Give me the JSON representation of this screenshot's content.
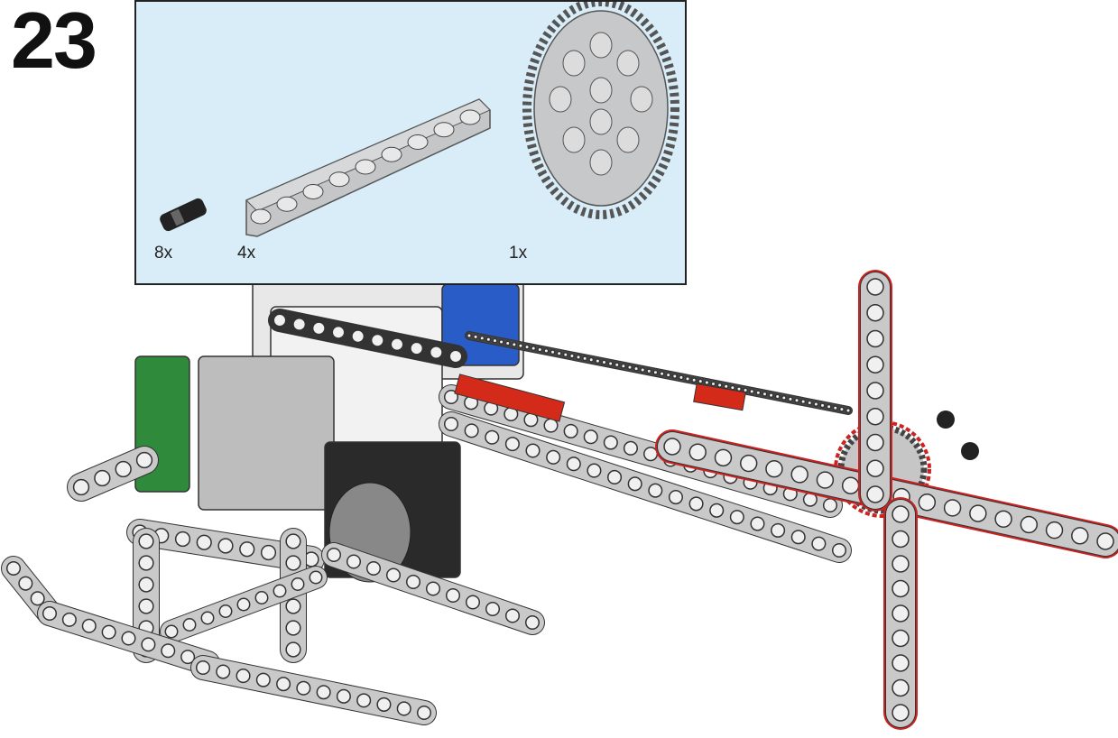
{
  "step": {
    "number": "23"
  },
  "parts_list": {
    "items": [
      {
        "name": "connector-peg",
        "quantity": "8x"
      },
      {
        "name": "beam-9",
        "quantity": "4x"
      },
      {
        "name": "gear-40-tooth",
        "quantity": "1x"
      }
    ]
  },
  "colors": {
    "panel_bg": "#d9edf9",
    "highlight": "#cc2222",
    "beam": "#c9c9c9"
  }
}
